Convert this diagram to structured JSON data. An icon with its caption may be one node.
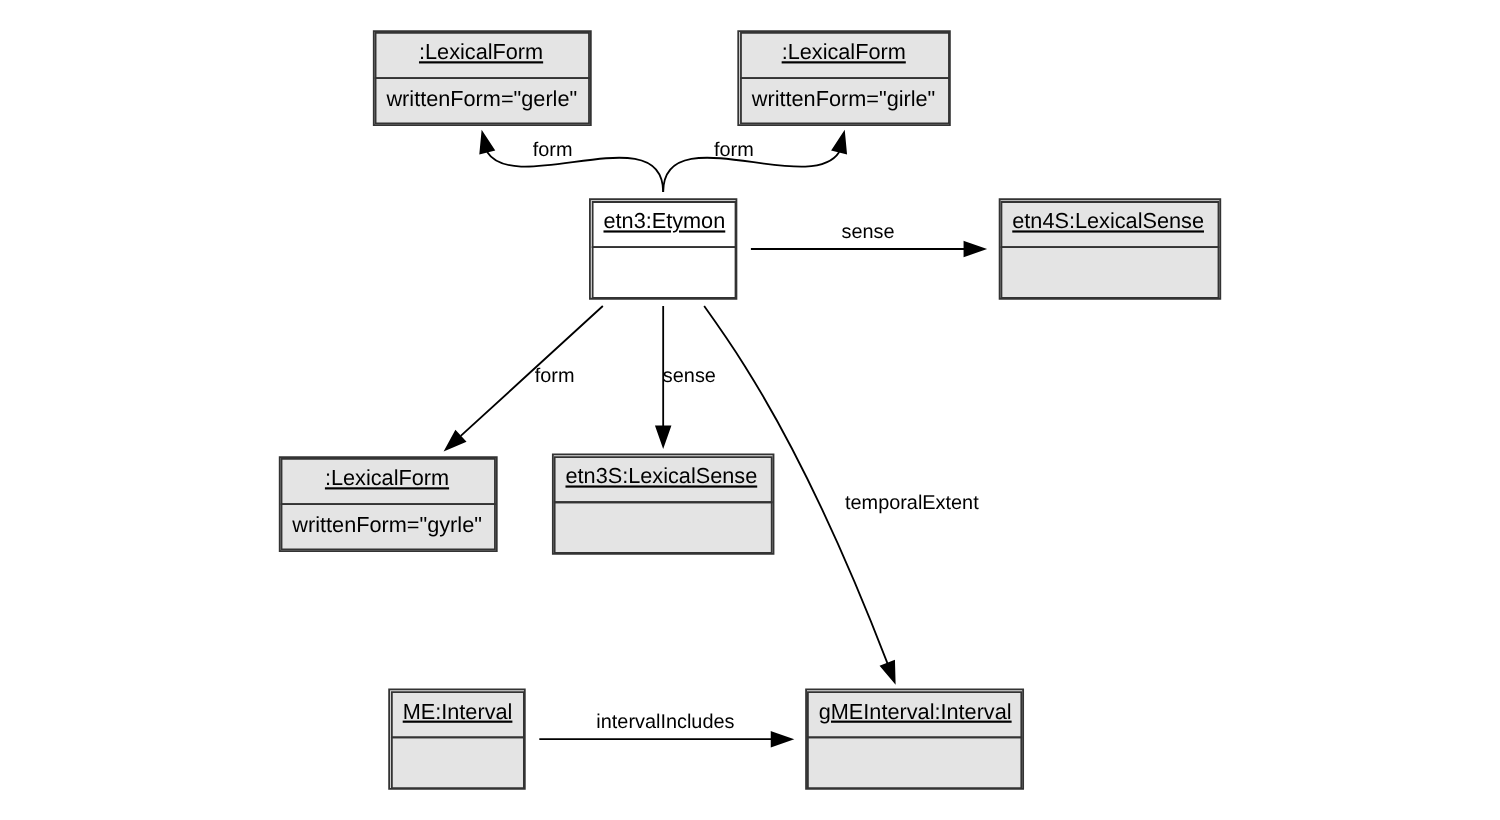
{
  "diagram": {
    "nodes": [
      {
        "text": [
          ":LexicalForm",
          "writtenForm=\"gerle\""
        ]
      },
      {
        "text": [
          ":LexicalForm",
          "writtenForm=\"girle\""
        ]
      },
      {
        "text": [
          "etn3:Etymon"
        ]
      },
      {
        "text": [
          "etn4S:LexicalSense"
        ]
      },
      {
        "text": [
          ":LexicalForm",
          "writtenForm=\"gyrle\""
        ]
      },
      {
        "text": [
          "etn3S:LexicalSense"
        ]
      },
      {
        "text": [
          "gMEInterval:Interval"
        ]
      },
      {
        "text": [
          "ME:Interval"
        ]
      }
    ],
    "edges": [
      {
        "from": 2,
        "to": 0,
        "arrow": "to",
        "label": "form"
      },
      {
        "from": 2,
        "to": 1,
        "arrow": "to",
        "label": "form"
      },
      {
        "from": 2,
        "to": 3,
        "arrow": "to",
        "label": "sense"
      },
      {
        "from": 2,
        "to": 4,
        "arrow": "to",
        "label": "form"
      },
      {
        "from": 2,
        "to": 5,
        "arrow": "to",
        "label": "sense"
      },
      {
        "from": 2,
        "to": 6,
        "arrow": "to",
        "label": "temporalExtent"
      },
      {
        "from": 7,
        "to": 6,
        "arrow": "to",
        "label": "intervalIncludes"
      }
    ]
  }
}
